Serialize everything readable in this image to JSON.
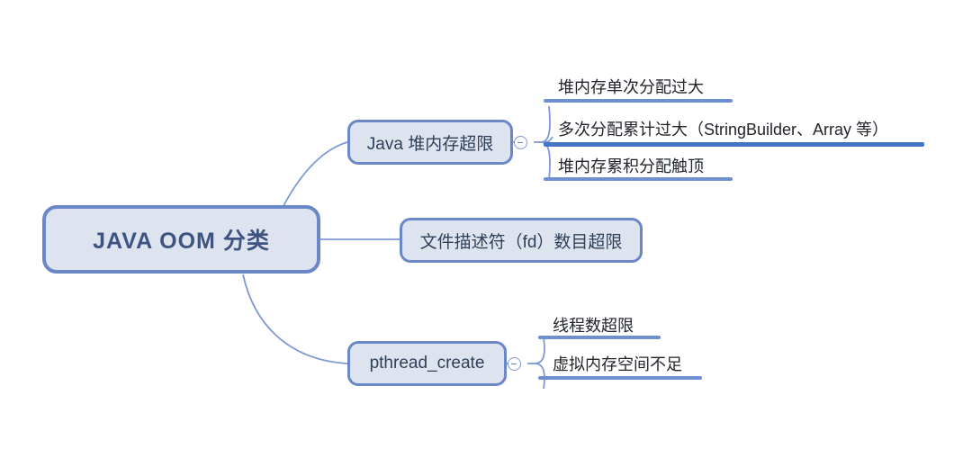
{
  "diagram": {
    "type": "mindmap",
    "title": "JAVA OOM 分类",
    "colors": {
      "node_fill": "#DEE4EF",
      "node_border": "#6C87C6",
      "root_text": "#3E5380",
      "branch_text": "#2F3F58",
      "leaf_text": "#22262B",
      "connector": "#7E9AD4",
      "leaf_rule": "#6E8FD0",
      "leaf_rule_highlight": "#4472C4",
      "background": "#FFFFFF"
    },
    "root": {
      "label": "JAVA OOM 分类"
    },
    "branches": [
      {
        "label": "Java 堆内存超限",
        "collapsed": false,
        "toggle_icon": "minus-circle-icon",
        "children": [
          {
            "label": "堆内存单次分配过大",
            "rule": "normal"
          },
          {
            "label": "多次分配累计过大（StringBuilder、Array 等）",
            "rule": "highlight"
          },
          {
            "label": "堆内存累积分配触顶",
            "rule": "normal"
          }
        ]
      },
      {
        "label": "文件描述符（fd）数目超限",
        "collapsed": false,
        "children": []
      },
      {
        "label": "pthread_create",
        "collapsed": false,
        "toggle_icon": "minus-circle-icon",
        "children": [
          {
            "label": "线程数超限",
            "rule": "normal"
          },
          {
            "label": "虚拟内存空间不足",
            "rule": "normal"
          }
        ]
      }
    ]
  }
}
